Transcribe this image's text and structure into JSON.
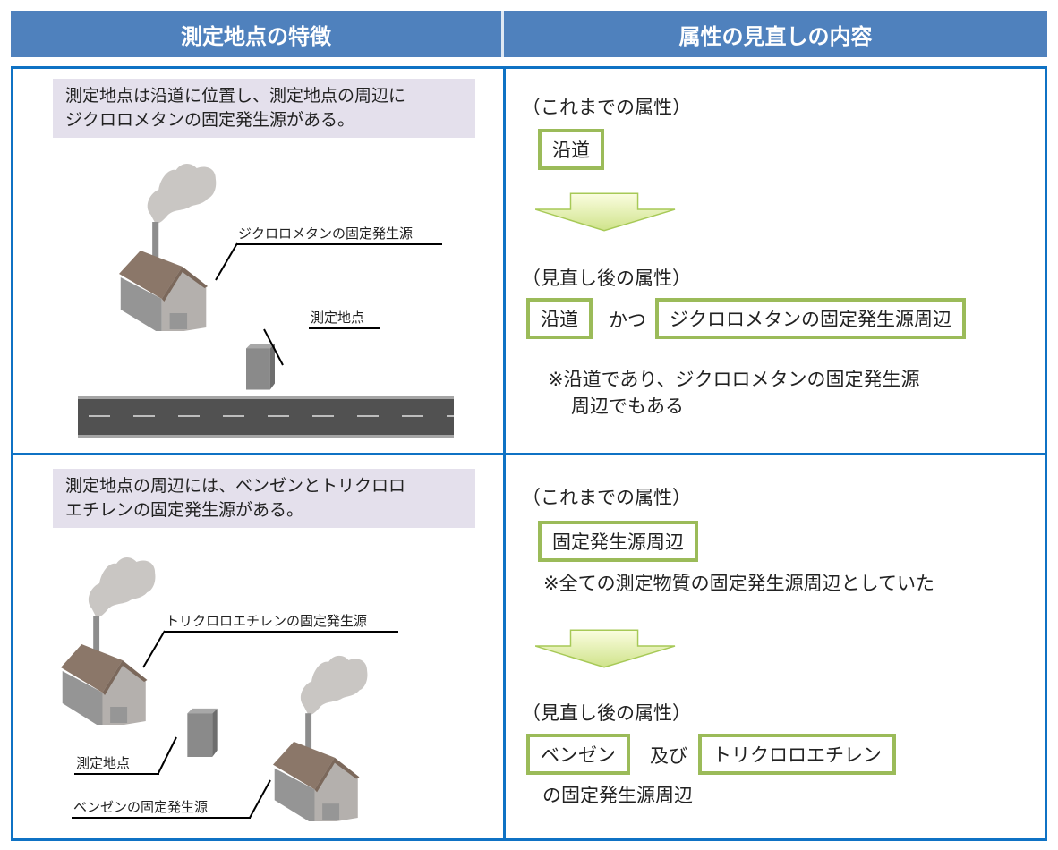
{
  "header": {
    "col1": "測定地点の特徴",
    "col2": "属性の見直しの内容"
  },
  "row1": {
    "description": [
      "測定地点は沿道に位置し、測定地点の周辺に",
      "ジクロロメタンの固定発生源がある。"
    ],
    "factory_label": "ジクロロメタンの固定発生源",
    "site_label": "測定地点",
    "before_heading": "（これまでの属性）",
    "before_attr": "沿道",
    "after_heading": "（見直し後の属性）",
    "after_attr1": "沿道",
    "connector": "かつ",
    "after_attr2": "ジクロロメタンの固定発生源周辺",
    "note": [
      "※沿道であり、ジクロロメタンの固定発生源",
      "周辺でもある"
    ]
  },
  "row2": {
    "description": [
      "測定地点の周辺には、ベンゼンとトリクロロ",
      "エチレンの固定発生源がある。"
    ],
    "factory1_label": "トリクロロエチレンの固定発生源",
    "site_label": "測定地点",
    "factory2_label": "ベンゼンの固定発生源",
    "before_heading": "（これまでの属性）",
    "before_attr": "固定発生源周辺",
    "before_note": "※全ての測定物質の固定発生源周辺としていた",
    "after_heading": "（見直し後の属性）",
    "after_attr1": "ベンゼン",
    "connector": "及び",
    "after_attr2": "トリクロロエチレン",
    "after_suffix": "の固定発生源周辺"
  },
  "colors": {
    "header": "#4f81bd",
    "border": "#0f72c4",
    "attr_box": "#9bbb59",
    "note_bg": "#e4e0ec"
  }
}
